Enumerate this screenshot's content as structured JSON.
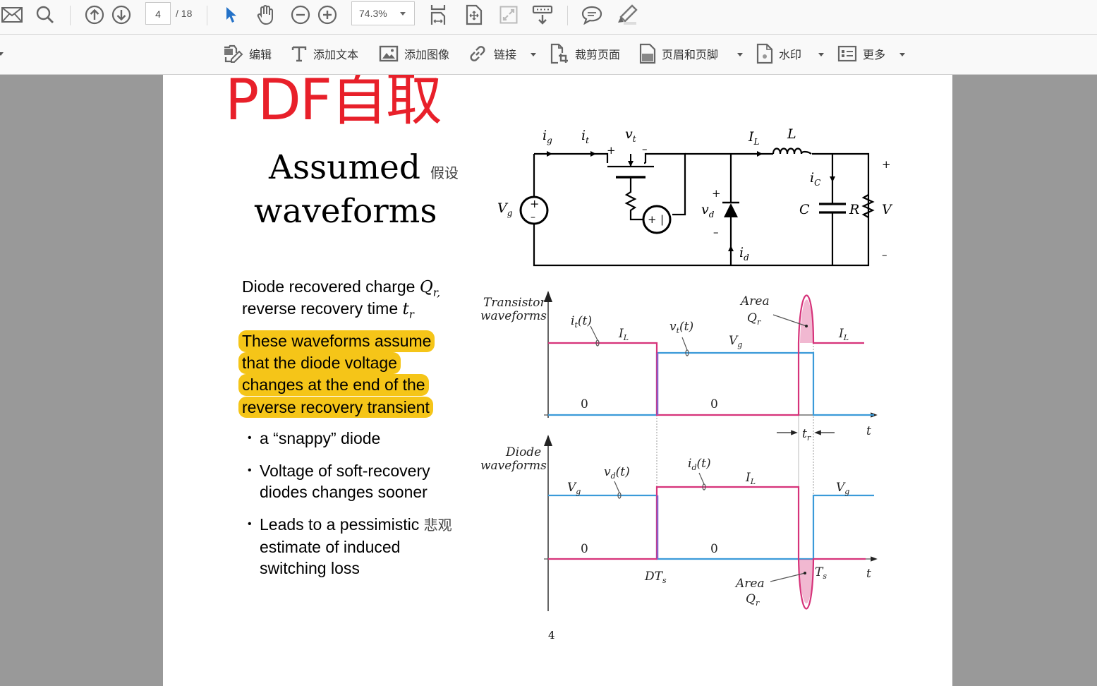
{
  "toolbar_top": {
    "mail_icon": "envelope-icon",
    "search_icon": "magnifier-icon",
    "prev_page_icon": "arrow-up-circle-icon",
    "next_page_icon": "arrow-down-circle-icon",
    "current_page": "4",
    "total_pages": "/ 18",
    "select_tool_icon": "cursor-arrow-icon",
    "hand_tool_icon": "hand-icon",
    "zoom_out_icon": "minus-circle-icon",
    "zoom_in_icon": "plus-circle-icon",
    "zoom_level": "74.3%",
    "fit_width_icon": "fit-width-icon",
    "fit_page_icon": "fit-page-icon",
    "fullscreen_icon": "expand-icon",
    "read_mode_icon": "keyboard-down-icon",
    "comment_icon": "speech-bubble-icon",
    "highlight_icon": "highlighter-icon",
    "accent_color": "#2472c8"
  },
  "toolbar_edit": {
    "items": [
      {
        "label": "编辑",
        "icon": "edit-icon"
      },
      {
        "label": "添加文本",
        "icon": "text-T-icon"
      },
      {
        "label": "添加图像",
        "icon": "image-icon"
      },
      {
        "label": "链接",
        "icon": "link-icon"
      },
      {
        "label": "裁剪页面",
        "icon": "crop-page-icon"
      },
      {
        "label": "页眉和页脚",
        "icon": "header-footer-icon"
      },
      {
        "label": "水印",
        "icon": "watermark-icon"
      },
      {
        "label": "更多",
        "icon": "more-list-icon"
      }
    ]
  },
  "page": {
    "watermark": "PDF自取",
    "watermark_color": "#e8202a",
    "title_line1": "Assumed",
    "title_line2": "waveforms",
    "title_note": "假设",
    "text_line1": "Diode recovered charge ",
    "text_line1_var": "Q",
    "text_line1_sub": "r,",
    "text_line2": "reverse recovery time ",
    "text_line2_var": "t",
    "text_line2_sub": "r",
    "highlight_color": "#f5c518",
    "highlighted_lines": [
      "These waveforms assume",
      "that the diode voltage",
      "changes at the end of the",
      "reverse recovery transient"
    ],
    "bullets": [
      {
        "lines": [
          "a “snappy” diode"
        ]
      },
      {
        "lines": [
          "Voltage of soft-recovery",
          "diodes changes sooner"
        ]
      },
      {
        "lines": [
          "Leads to a pessimistic ",
          "estimate of  induced",
          "switching loss"
        ],
        "note": "悲观"
      }
    ],
    "page_number": "4"
  },
  "circuit": {
    "labels": {
      "ig": "i",
      "ig_sub": "g",
      "it": "i",
      "it_sub": "t",
      "vt": "v",
      "vt_sub": "t",
      "IL": "I",
      "IL_sub": "L",
      "L": "L",
      "Vg": "V",
      "Vg_sub": "g",
      "vd": "v",
      "vd_sub": "d",
      "id": "i",
      "id_sub": "d",
      "iC": "i",
      "iC_sub": "C",
      "C": "C",
      "R": "R",
      "V": "V",
      "plus": "+",
      "minus": "–"
    }
  },
  "waveforms": {
    "transistor": {
      "label1": "Transistor",
      "label2": "waveforms",
      "it": "i",
      "it_sub": "t",
      "it_arg": "(t)",
      "vt": "v",
      "vt_sub": "t",
      "vt_arg": "(t)",
      "IL": "I",
      "IL_sub": "L",
      "Vg": "V",
      "Vg_sub": "g",
      "zero": "0",
      "area": "Area",
      "Qr": "Q",
      "Qr_sub": "r",
      "tr": "t",
      "tr_sub": "r",
      "t": "t"
    },
    "diode": {
      "label1": "Diode",
      "label2": "waveforms",
      "vd": "v",
      "vd_sub": "d",
      "vd_arg": "(t)",
      "id": "i",
      "id_sub": "d",
      "id_arg": "(t)",
      "IL": "I",
      "IL_sub": "L",
      "Vg": "V",
      "Vg_sub": "g",
      "zero": "0",
      "DTs": "DT",
      "DTs_sub": "s",
      "Ts": "T",
      "Ts_sub": "s",
      "area": "Area",
      "Qr": "Q",
      "Qr_sub": "r",
      "t": "t"
    },
    "current_color": "#d6337a",
    "voltage_color": "#3a9ad9"
  }
}
